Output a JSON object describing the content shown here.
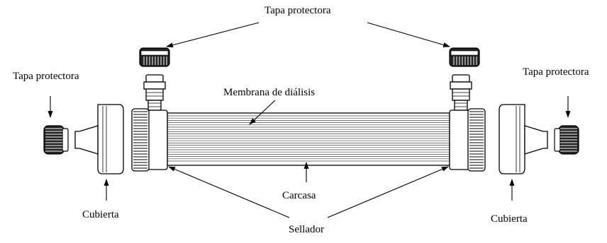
{
  "labels": {
    "top_cap": "Tapa protectora",
    "left_cap": "Tapa protectora",
    "right_cap": "Tapa protectora",
    "membrane": "Membrana de diálisis",
    "housing": "Carcasa",
    "left_cover": "Cubierta",
    "right_cover": "Cubierta",
    "sealant": "Sellador"
  },
  "colors": {
    "stroke": "#000000",
    "fill": "#ffffff"
  }
}
